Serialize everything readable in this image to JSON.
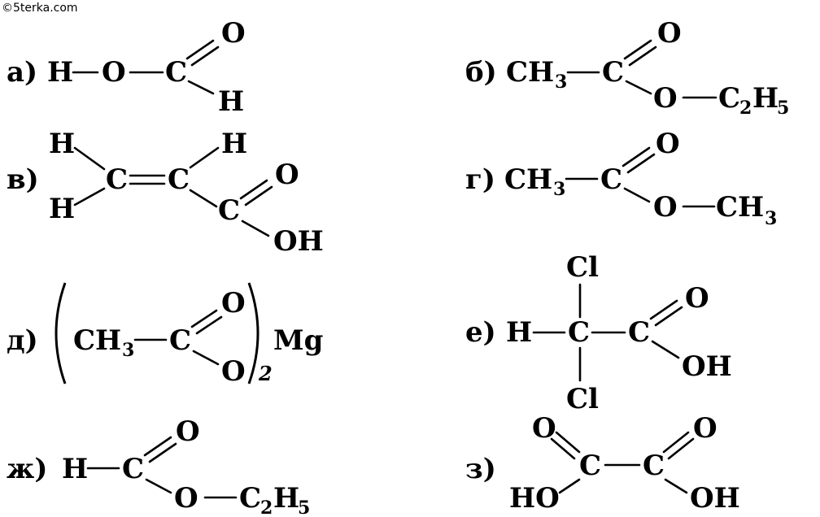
{
  "watermark": "©5terka.com",
  "structures": [
    {
      "label": "а)",
      "atoms": [
        "H",
        "O",
        "C",
        "O",
        "H"
      ]
    },
    {
      "label": "б)",
      "atoms": [
        "CH",
        "3",
        "C",
        "O",
        "O",
        "C",
        "2",
        "H",
        "5"
      ]
    },
    {
      "label": "в)",
      "atoms": [
        "H",
        "H",
        "C",
        "C",
        "H",
        "C",
        "O",
        "OH"
      ]
    },
    {
      "label": "г)",
      "atoms": [
        "CH",
        "3",
        "C",
        "O",
        "O",
        "CH",
        "3"
      ]
    },
    {
      "label": "д)",
      "atoms": [
        "CH",
        "3",
        "C",
        "O",
        "O",
        "2",
        "Mg"
      ]
    },
    {
      "label": "е)",
      "atoms": [
        "Cl",
        "H",
        "C",
        "C",
        "O",
        "OH",
        "Cl"
      ]
    },
    {
      "label": "ж)",
      "atoms": [
        "H",
        "C",
        "O",
        "O",
        "C",
        "2",
        "H",
        "5"
      ]
    },
    {
      "label": "з)",
      "atoms": [
        "O",
        "O",
        "C",
        "C",
        "HO",
        "OH"
      ]
    }
  ]
}
